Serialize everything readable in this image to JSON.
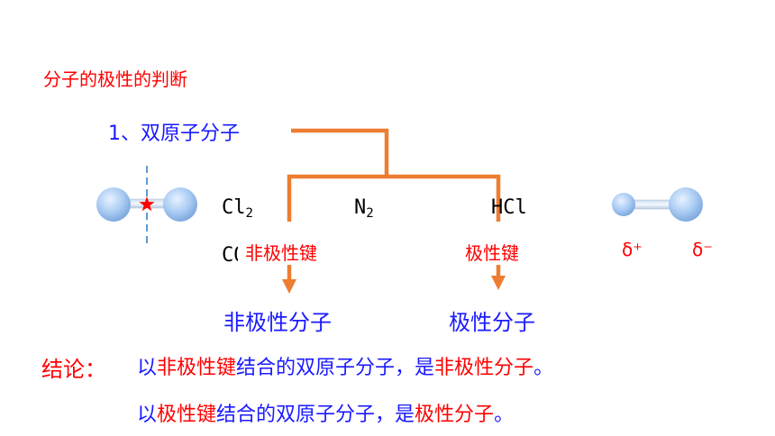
{
  "title": "分子的极性的判断",
  "subtitle": "1、双原子分子",
  "molecules": {
    "cl": {
      "main": "Cl",
      "sub": "2"
    },
    "n": {
      "main": "N",
      "sub": "2"
    },
    "hcl": "HCl",
    "co": "CO"
  },
  "labels": {
    "nonpolar_bond": "非极性键",
    "polar_bond": "极性键",
    "nonpolar_molecule": "非极性分子",
    "polar_molecule": "极性分子",
    "delta_plus": "δ⁺",
    "delta_minus": "δ⁻"
  },
  "conclusion": {
    "label": "结论：",
    "line1": [
      "以",
      "非极性键",
      "结合的双原子分子，是",
      "非极性分子",
      "。"
    ],
    "line2": [
      "以",
      "极性键",
      "结合的双原子分子，是",
      "极性分子",
      "。"
    ]
  },
  "colors": {
    "red": "#ff0000",
    "blue": "#1a1aff",
    "orange": "#ed7d31",
    "atom": "#9cc3f0"
  }
}
